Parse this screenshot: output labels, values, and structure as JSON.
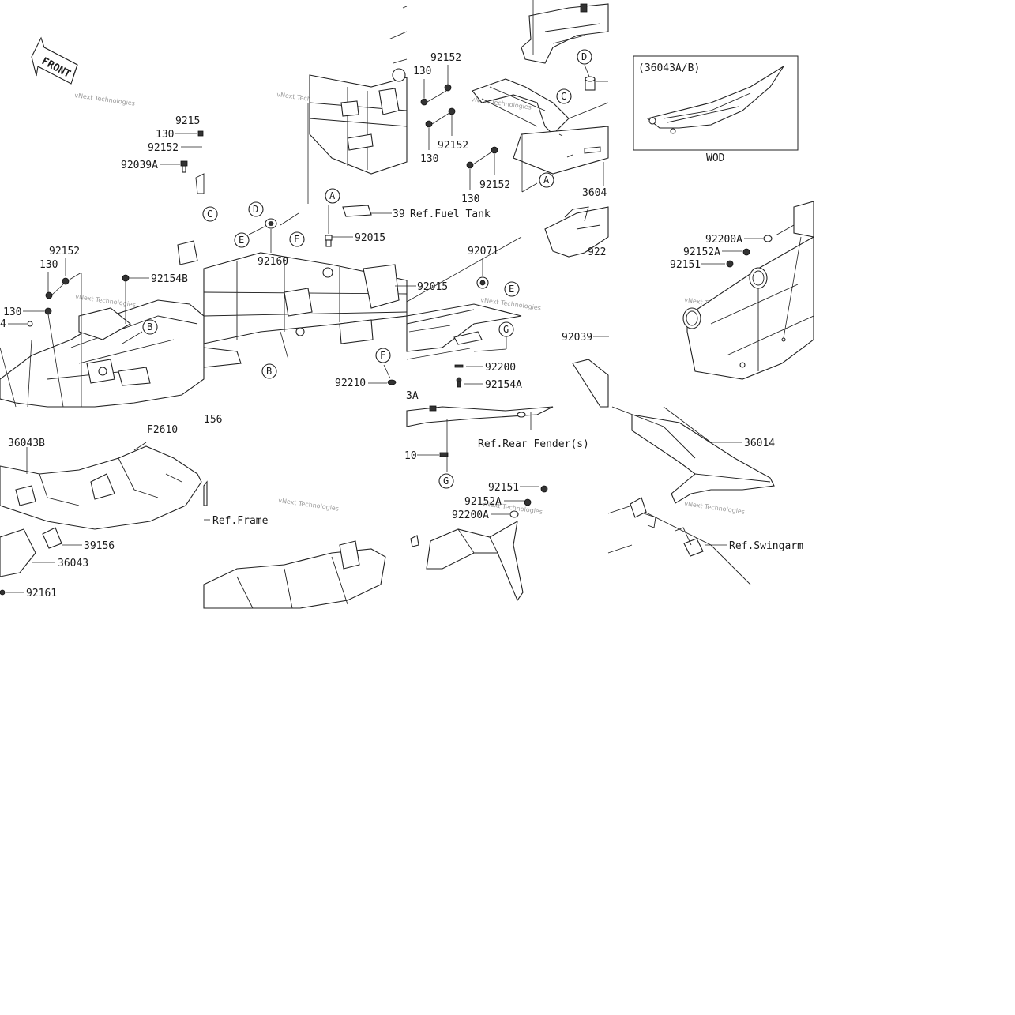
{
  "labels": {
    "front": "FRONT",
    "wod_variant": "(36043A/B)",
    "wod": "WOD",
    "ref_fuel_tank": "Ref.Fuel Tank",
    "ref_frame": "Ref.Frame",
    "ref_rear_fender": "Ref.Rear Fender(s)",
    "ref_swingarm": "Ref.Swingarm",
    "f2610": "F2610",
    "watermark": "vNext Technologies"
  },
  "parts": {
    "p130": "130",
    "p92152": "92152",
    "p92154": "9215",
    "p92039A": "92039A",
    "p92154B": "92154B",
    "p92160": "92160",
    "p92015": "92015",
    "p39x": "39",
    "p92071": "92071",
    "p92200": "92200",
    "p92154A": "92154A",
    "p92210": "92210",
    "p92039": "92039",
    "p92200A": "92200A",
    "p92152A": "92152A",
    "p92151": "92151",
    "p36043B": "36043B",
    "p39156": "39156",
    "p36043": "36043",
    "p92161": "92161",
    "p36014": "36014",
    "p156": "156",
    "p3A": "3A",
    "p10": "10",
    "p4": "4",
    "p3604x": "3604",
    "p922x": "922"
  },
  "callouts": {
    "A": "A",
    "B": "B",
    "C": "C",
    "D": "D",
    "E": "E",
    "F": "F",
    "G": "G"
  }
}
